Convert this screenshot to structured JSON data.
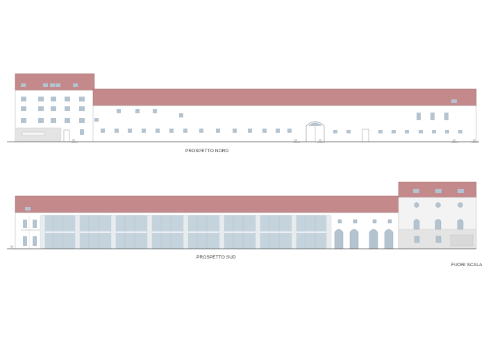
{
  "labels": {
    "north_elevation": "PROSPETTO NORD",
    "south_elevation": "PROSPETTO SUD",
    "scale_note": "FUORI SCALA"
  },
  "colors": {
    "roof": "#c4898b",
    "roof_stroke": "#9c6466",
    "wall": "#ffffff",
    "wall_stroke": "#b9b9b9",
    "window": "#b3c3d0",
    "glass": "#c5d3dd",
    "frame": "#e7ecef",
    "stone": "#e4e4e4",
    "ground": "#555555"
  }
}
